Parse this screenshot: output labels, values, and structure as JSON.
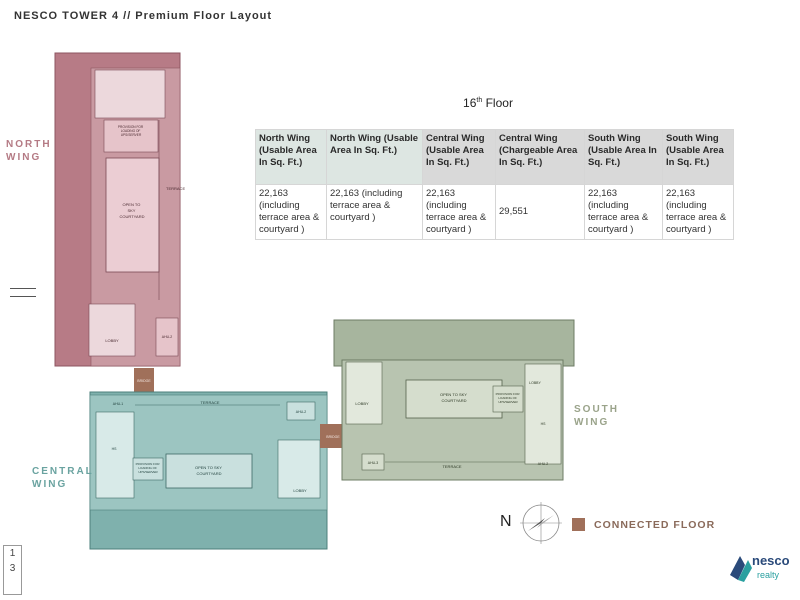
{
  "title": "NESCO TOWER 4 // Premium Floor Layout",
  "floor": {
    "number": "16",
    "suffix": "th",
    "word": "Floor"
  },
  "table": {
    "headers": [
      "North Wing (Usable Area In Sq. Ft.)",
      "North Wing (Usable Area In Sq. Ft.)",
      "Central Wing (Usable Area In Sq. Ft.)",
      "Central Wing (Chargeable Area In Sq. Ft.)",
      "South Wing (Usable Area In Sq. Ft.)",
      "South Wing (Usable Area In Sq. Ft.)"
    ],
    "values": [
      "22,163 (including terrace area & courtyard )",
      "22,163 (including terrace area & courtyard )",
      "22,163 (including terrace area & courtyard )",
      "29,551",
      "22,163 (including terrace area & courtyard )",
      "22,163 (including terrace area & courtyard )"
    ]
  },
  "wings": {
    "north": [
      "NORTH",
      "WING"
    ],
    "central": [
      "CENTRAL",
      "WING"
    ],
    "south": [
      "SOUTH",
      "WING"
    ]
  },
  "plan_labels": {
    "courtyard_north": [
      "OPEN TO",
      "SKY",
      "COURTYARD"
    ],
    "courtyard_central": [
      "OPEN TO SKY",
      "COURTYARD"
    ],
    "courtyard_south": [
      "OPEN TO SKY",
      "COURTYARD"
    ],
    "terrace": "TERRACE",
    "lobby": "LOBBY",
    "bridge": "BRIDGE",
    "ahu_1": "AHU-1",
    "ahu_2": "AHU-2",
    "ahu_3": "AHU-3",
    "hs": "HS",
    "provision": [
      "PROVISION FOR",
      "LOADING OF",
      "UPS/SERVER"
    ]
  },
  "compass": "N",
  "legend": "CONNECTED FLOOR",
  "logo": {
    "word": "nesco",
    "sub": "realty"
  },
  "page": [
    "1",
    "3"
  ],
  "colors": {
    "north": "#b77b86",
    "north_light": "#e9c9cf",
    "central": "#7fb1ad",
    "central_light": "#c9e0de",
    "south": "#a7b59e",
    "south_light": "#d5ddcd",
    "connected": "#a0705a"
  }
}
